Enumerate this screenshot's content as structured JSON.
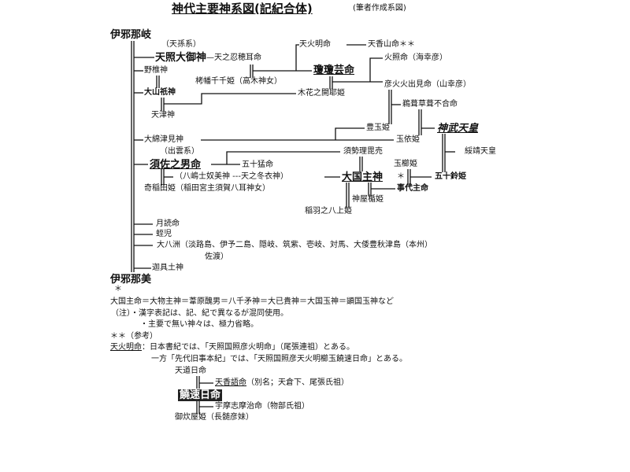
{
  "title": "神代主要神系図(記紀合体)",
  "author_note": "(筆者作成系図)",
  "izanagi": "伊邪那岐",
  "izanami": "伊邪那美",
  "tenson_label": "（天孫系）",
  "izumo_label": "（出雲系）",
  "gods": {
    "amaterasu": "天照大御神",
    "oshihomimi": "—天之忍穂耳命",
    "honoakari": "天火明命",
    "kaguyama": "天香山命＊＊",
    "ninigi": "瓊瓊芸命",
    "hoderi": "火照命（海幸彦）",
    "hohodemi": "彦火火出見命（山幸彦）",
    "nozuchi": "野椎神",
    "takuhata": "栲幡千千姫（高木神女）",
    "oyamatsumi": "大山祇神",
    "konohana": "木花之開耶姫",
    "amatsukami": "天津神",
    "ugaya": "鵜葺草葺不合命",
    "toyotama": "豊玉姫",
    "jimmu": "神武天皇",
    "watatsumi": "大綿津見神",
    "tamayori": "玉依姫",
    "suseri": "須勢理毘売",
    "suizei": "綏靖天皇",
    "susanoo": "須佐之男命",
    "isotakeru": "五十猛命",
    "tamakushi": "玉櫛姫",
    "yashima": "（八嶋士奴美神 ---天之冬衣神）",
    "okuninushi": "大国主神",
    "star": "＊",
    "isuzu": "五十鈴姫",
    "kushinada": "奇稲田姫（稲田宮主須賀八耳神女）",
    "kotoshiro": "事代主命",
    "kamuyatate": "神屋楯姫",
    "yakami": "稲羽之八上姫",
    "tsukuyomi": "月読命",
    "hiruko": "蛭児",
    "oyashima": "大八洲（淡路島、伊予二島、隠岐、筑紫、壱岐、対馬、大倭豊秋津島（本州）",
    "sado": "佐渡）",
    "kagutsuchi": "迦具土神"
  },
  "notes": {
    "star": "＊",
    "okuninushi_aliases": "大国主命＝大物主神＝葦原醜男＝八千矛神＝大已貴神＝大国玉神＝顕国玉神など",
    "note1": "（注）・漢字表記は、記、紀で異なるが混同使用。",
    "note2": "・主要で無い神々は、極力省略。",
    "ref_header": "＊＊（参考）",
    "ref_term": "天火明命",
    "ref_line1": "：日本書紀では、「天照国照彦火明命」（尾張連祖）とある。",
    "ref_line2": "一方「先代旧事本紀」では、「天照国照彦天火明櫛玉饒速日命」とある。",
    "amanomichi": "天道日命",
    "amanokago": "天香語命",
    "amanokago_alias": "（別名；天倉下、尾張氏祖）",
    "nigihayahi": "饒速日命",
    "umashimaji": "宇摩志摩治命（物部氏祖）",
    "mikashikiya": "御炊屋姫（長髄彦妹）"
  }
}
